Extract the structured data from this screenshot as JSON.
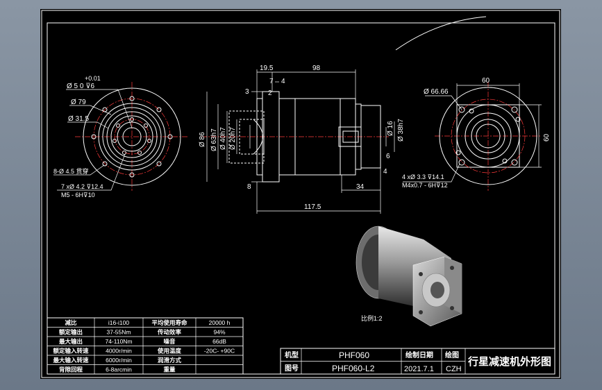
{
  "front_view": {
    "dims": [
      "Ø 5  0  ⊽6",
      "+0.01",
      "Ø 79",
      "Ø 31.5",
      "8-Ø 4.5 贯穿",
      "7 xØ 4.2 ⊽12.4",
      "M5 - 6H⊽10"
    ]
  },
  "side_view": {
    "dims": [
      "19.5",
      "98",
      "7",
      "4",
      "2",
      "3",
      "Ø 86",
      "Ø 63h7",
      "Ø 40h7",
      "Ø 20h7",
      "Ø 16",
      "Ø 38h7",
      "6",
      "8",
      "34",
      "4",
      "117.5"
    ]
  },
  "right_view": {
    "dims": [
      "Ø 66.66",
      "60",
      "60",
      "4 xØ 3.3 ⊽14.1",
      "M4x0.7 - 6H⊽12"
    ]
  },
  "iso_label": "比例1:2",
  "spec_table": {
    "rows": [
      [
        "减比",
        "i16-i100",
        "平均使用寿命",
        "20000 h"
      ],
      [
        "额定输出",
        "37-55Nm",
        "传动效率",
        "94%"
      ],
      [
        "最大输出",
        "74-110Nm",
        "噪音",
        "66dB"
      ],
      [
        "额定输入转速",
        "4000r/min",
        "使用温度",
        "-20C- +90C"
      ],
      [
        "最大输入转速",
        "6000r/min",
        "润滑方式",
        ""
      ],
      [
        "背隙回程",
        "6-8arcmin",
        "重量",
        ""
      ]
    ]
  },
  "title_block": {
    "model_label": "机型",
    "model_value": "PHF060",
    "drawing_no_label": "图号",
    "drawing_no_value": "PHF060-L2",
    "date_label": "绘制日期",
    "date_value": "2021.7.1",
    "drafter_label": "绘图",
    "drafter_value": "CZH",
    "title": "行星减速机外形图"
  }
}
